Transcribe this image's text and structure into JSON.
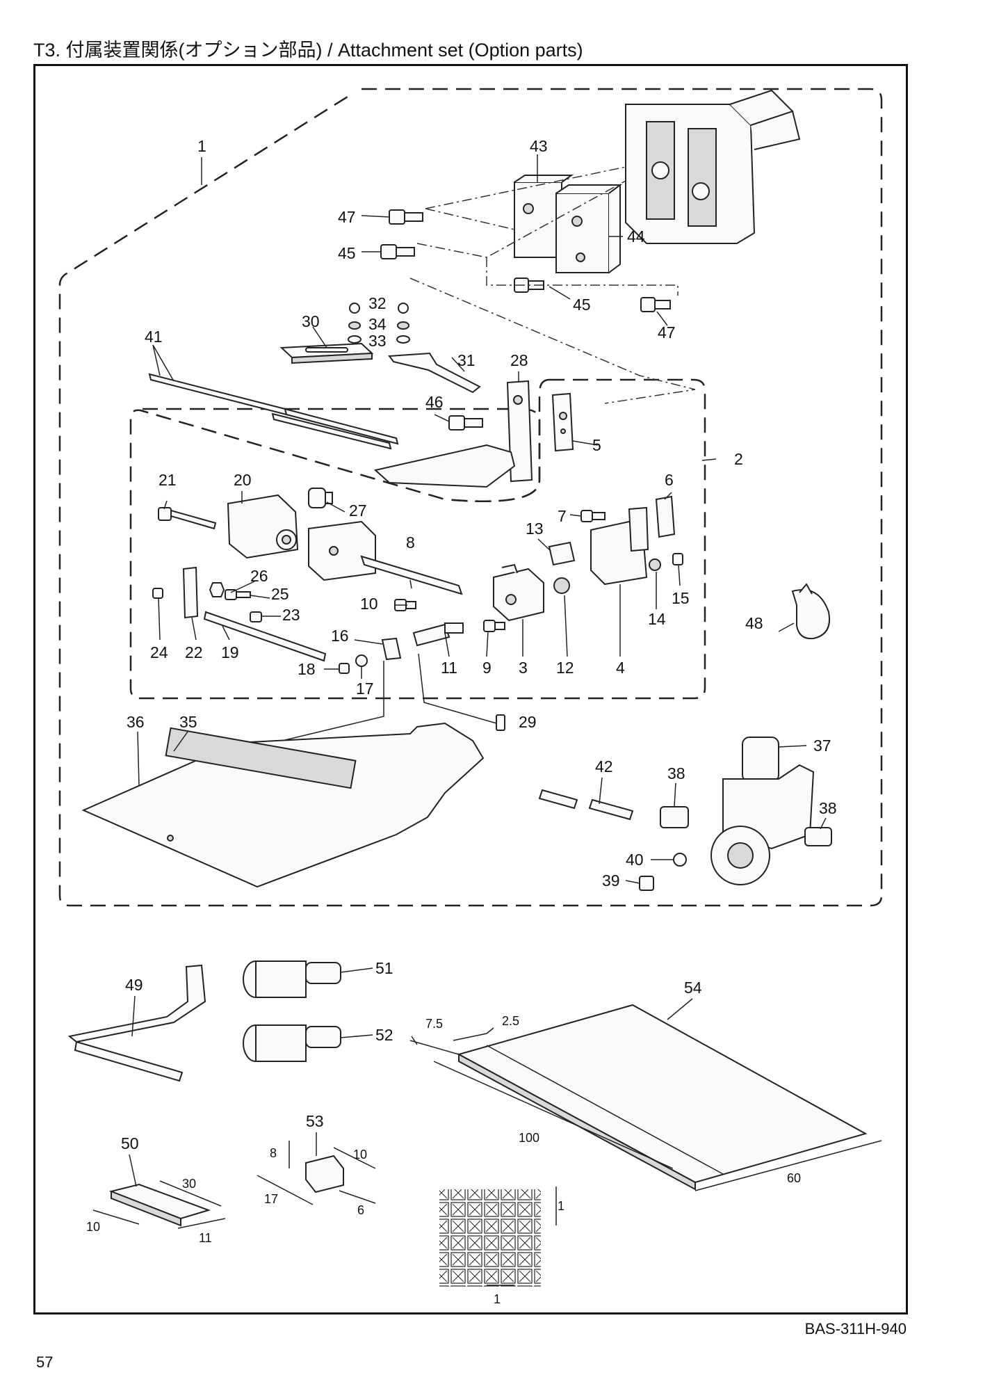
{
  "header": {
    "title": "T3.  付属装置関係(オプション部品) / Attachment set (Option parts)"
  },
  "footer": {
    "doc_code": "BAS-311H-940",
    "page_number": "57"
  },
  "callouts": {
    "p1": "1",
    "p2": "2",
    "p3": "3",
    "p4": "4",
    "p5": "5",
    "p6": "6",
    "p7": "7",
    "p8": "8",
    "p9": "9",
    "p10": "10",
    "p11": "11",
    "p12": "12",
    "p13": "13",
    "p14": "14",
    "p15": "15",
    "p16": "16",
    "p17": "17",
    "p18": "18",
    "p19": "19",
    "p20": "20",
    "p21": "21",
    "p22": "22",
    "p23": "23",
    "p24": "24",
    "p25": "25",
    "p26": "26",
    "p27": "27",
    "p28": "28",
    "p29": "29",
    "p30": "30",
    "p31": "31",
    "p32": "32",
    "p33": "33",
    "p34": "34",
    "p35": "35",
    "p36": "36",
    "p37": "37",
    "p38a": "38",
    "p38b": "38",
    "p39": "39",
    "p40": "40",
    "p41": "41",
    "p42": "42",
    "p43": "43",
    "p44": "44",
    "p45a": "45",
    "p45b": "45",
    "p46": "46",
    "p47a": "47",
    "p47b": "47",
    "p48": "48",
    "p49": "49",
    "p50": "50",
    "p51": "51",
    "p52": "52",
    "p53": "53",
    "p54": "54"
  },
  "dimensions": {
    "d54_7_5": "7.5",
    "d54_2_5": "2.5",
    "d54_100": "100",
    "d54_60": "60",
    "d53_8": "8",
    "d53_10": "10",
    "d53_17": "17",
    "d53_6": "6",
    "d50_30": "30",
    "d50_10": "10",
    "d50_11": "11",
    "grid_1a": "1",
    "grid_1b": "1"
  }
}
